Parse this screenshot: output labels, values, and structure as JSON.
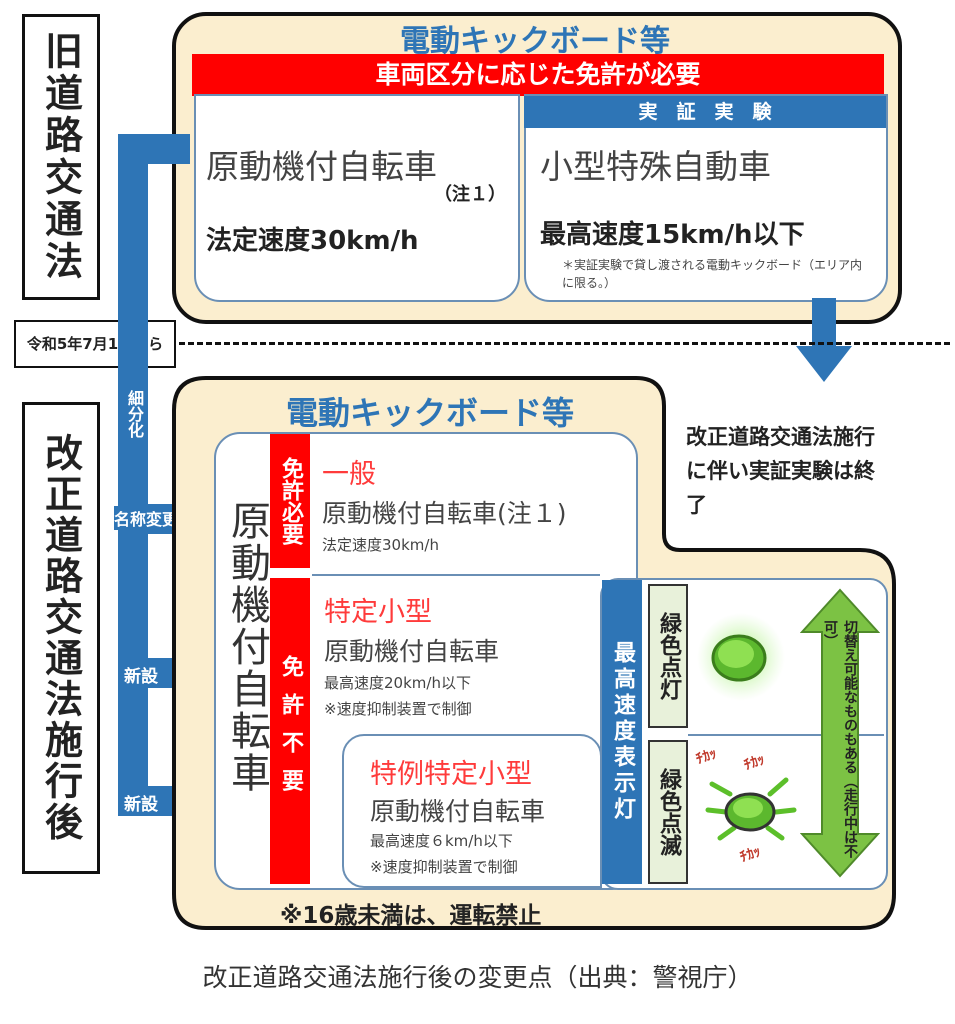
{
  "old_law": {
    "side_label": "旧道路交通法",
    "panel_title": "電動キックボード等",
    "license_banner": "車両区分に応じた免許が必要",
    "left_box": {
      "title": "原動機付自転車",
      "note": "（注１）",
      "speed": "法定速度30km/h"
    },
    "right_box": {
      "header": "実　証　実　験",
      "title": "小型特殊自動車",
      "speed": "最高速度15km/h以下",
      "note": "＊実証実験で貸し渡される電動キックボード（エリア内に限る。）"
    }
  },
  "date_label": "令和5年7月1日から",
  "experiment_end": "改正道路交通法施行に伴い実証実験は終了",
  "arrows": {
    "subdivide": "細分化",
    "rename": "名称変更",
    "new1": "新設",
    "new2": "新設"
  },
  "new_law": {
    "side_label": "改正道路交通法施行後",
    "panel_title": "電動キックボード等",
    "category_vertical": "原動機付自転車",
    "license_required": "免許必要",
    "license_not_required": "免許不要",
    "general": {
      "tag": "一般",
      "title": "原動機付自転車(注１)",
      "speed": "法定速度30km/h"
    },
    "tokutei": {
      "tag": "特定小型",
      "title": "原動機付自転車",
      "speed": "最高速度20km/h以下",
      "note": "※速度抑制装置で制御"
    },
    "tokurei": {
      "tag": "特例特定小型",
      "title": "原動機付自転車",
      "speed": "最高速度６km/h以下",
      "note": "※速度抑制装置で制御"
    },
    "speed_lamp": "最高速度表示灯",
    "green_on": "緑色点灯",
    "green_blink": "緑色点滅",
    "switch_note": "切替え可能なものもある（走行中は不可）",
    "age_ban": "※16歳未満は、運転禁止"
  },
  "caption": "改正道路交通法施行後の変更点（出典：警視庁）",
  "colors": {
    "blue": "#2e75b6",
    "red": "#ff0000",
    "panel": "#fbeecf",
    "green": "#7cc244"
  }
}
